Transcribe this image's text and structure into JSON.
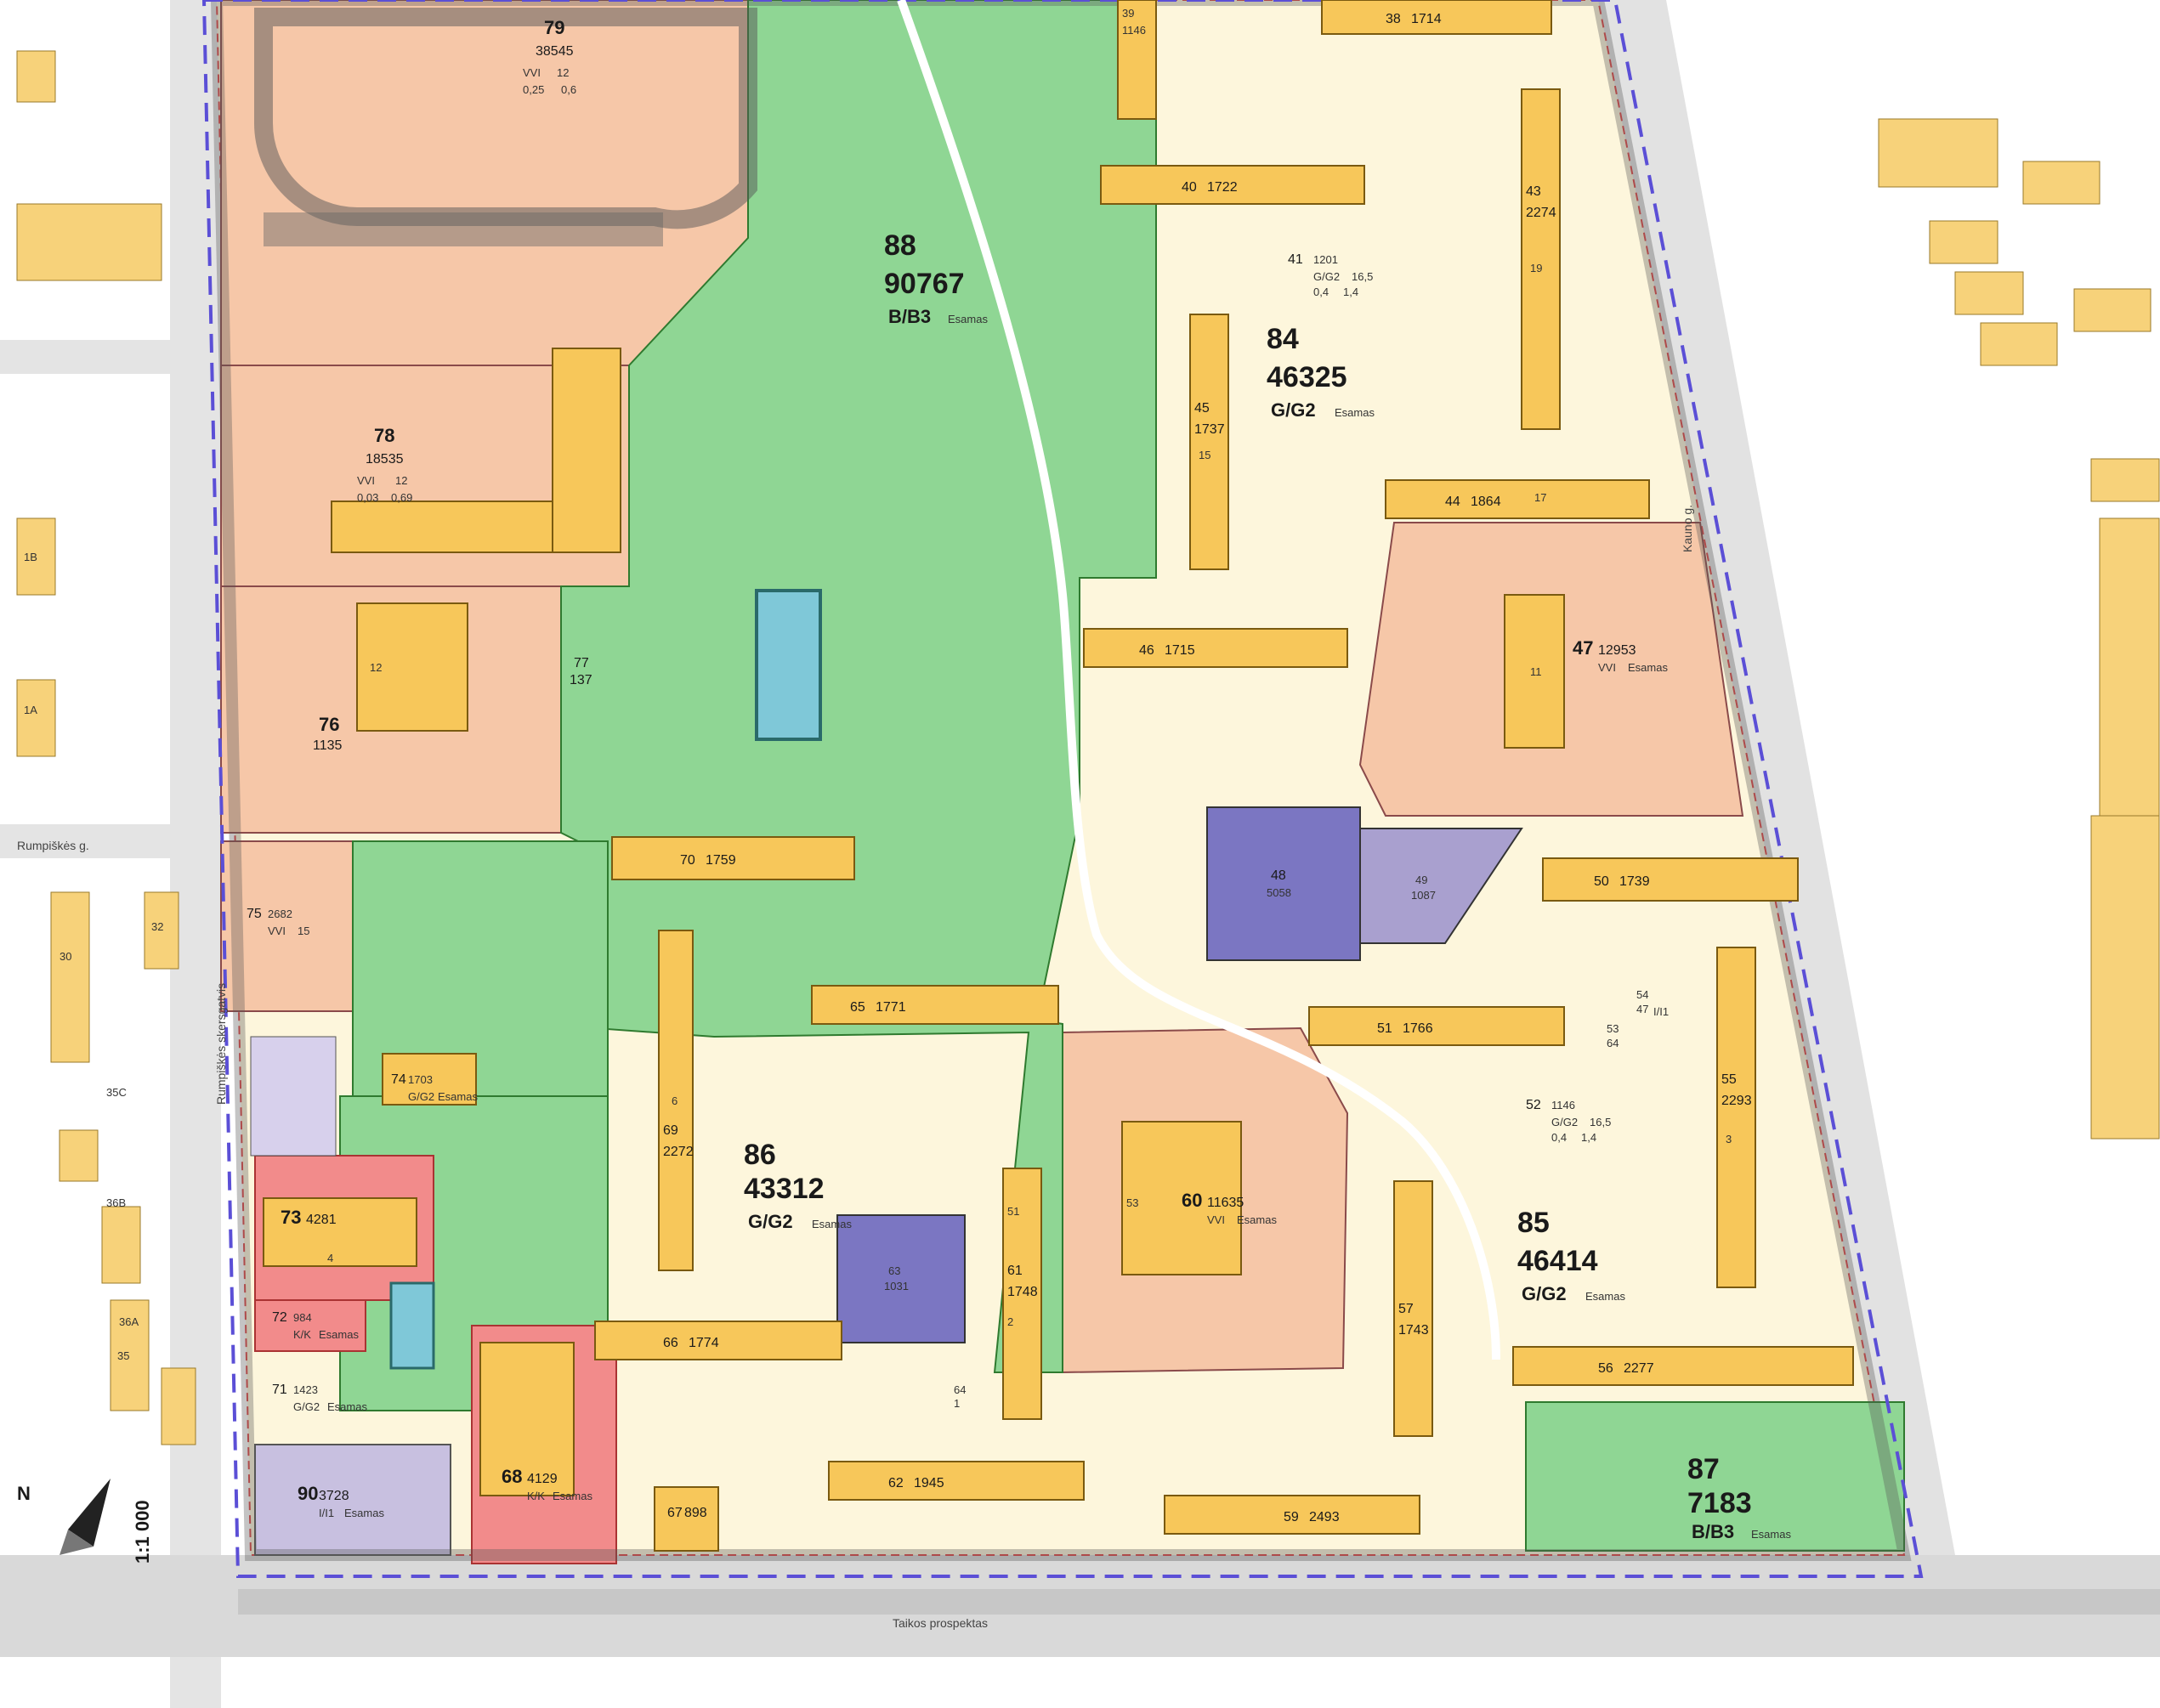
{
  "scale_text": "1:1 000",
  "north_label": "N",
  "streets": {
    "rumpiskes": "Rumpiškės g.",
    "taikos": "Taikos prospektas",
    "side_left": "Rumpiškės skersgatvis",
    "right": "Kauno g."
  },
  "colors": {
    "residential": "#fdf6dc",
    "public": "#f6c7a8",
    "green": "#8fd694",
    "commercial": "#f28b8b",
    "engineering": "#c8c0e0",
    "building": "#f7c75a",
    "road": "#d9d9d9",
    "boundary": "#5b4fd6"
  },
  "zones": [
    {
      "id": "79",
      "area": "38545",
      "code": "VVI",
      "max_h": "12",
      "density": "0,25",
      "intensity": "0,6"
    },
    {
      "id": "78",
      "area": "18535",
      "code": "VVI",
      "max_h": "12",
      "density": "0,03",
      "intensity": "0,69"
    },
    {
      "id": "76",
      "area": "1135"
    },
    {
      "id": "77",
      "area": "137"
    },
    {
      "id": "75",
      "area": "2682",
      "code": "VVI",
      "max_h": "15"
    },
    {
      "id": "74",
      "area": "1703",
      "code": "G/G2",
      "status": "Esamas"
    },
    {
      "id": "73",
      "area": "4281"
    },
    {
      "id": "72",
      "area": "984",
      "code": "K/K",
      "status": "Esamas"
    },
    {
      "id": "71",
      "area": "1423",
      "code": "G/G2",
      "status": "Esamas"
    },
    {
      "id": "90",
      "area": "3728",
      "code": "I/I1",
      "status": "Esamas"
    },
    {
      "id": "68",
      "area": "4129",
      "code": "K/K",
      "status": "Esamas"
    },
    {
      "id": "88",
      "area": "90767",
      "code": "B/B3",
      "status": "Esamas"
    },
    {
      "id": "86",
      "area": "43312",
      "code": "G/G2",
      "status": "Esamas"
    },
    {
      "id": "84",
      "area": "46325",
      "code": "G/G2",
      "status": "Esamas"
    },
    {
      "id": "85",
      "area": "46414",
      "code": "G/G2",
      "status": "Esamas"
    },
    {
      "id": "87",
      "area": "7183",
      "code": "B/B3",
      "status": "Esamas"
    },
    {
      "id": "60",
      "area": "11635",
      "code": "VVI",
      "status": "Esamas"
    },
    {
      "id": "47",
      "area": "12953",
      "code": "VVI",
      "status": "Esamas"
    },
    {
      "id": "41",
      "area": "1201",
      "code": "G/G2",
      "max_h": "16,5",
      "density": "0,4",
      "intensity": "1,4"
    },
    {
      "id": "52",
      "area": "1146",
      "code": "G/G2",
      "max_h": "16,5",
      "density": "0,4",
      "intensity": "1,4"
    }
  ],
  "buildings": [
    {
      "id": "70",
      "area": "1759"
    },
    {
      "id": "69",
      "area": "2272"
    },
    {
      "id": "65",
      "area": "1771"
    },
    {
      "id": "66",
      "area": "1774"
    },
    {
      "id": "62",
      "area": "1945"
    },
    {
      "id": "61",
      "area": "1748"
    },
    {
      "id": "67",
      "area": "898"
    },
    {
      "id": "59",
      "area": "2493"
    },
    {
      "id": "57",
      "area": "1743"
    },
    {
      "id": "56",
      "area": "2277"
    },
    {
      "id": "55",
      "area": "2293"
    },
    {
      "id": "51",
      "area": "1766"
    },
    {
      "id": "50",
      "area": "1739"
    },
    {
      "id": "46",
      "area": "1715"
    },
    {
      "id": "45",
      "area": "1737"
    },
    {
      "id": "44",
      "area": "1864"
    },
    {
      "id": "43",
      "area": "2274"
    },
    {
      "id": "40",
      "area": "1722"
    },
    {
      "id": "38",
      "area": "1714"
    },
    {
      "id": "39",
      "area": "1146"
    },
    {
      "id": "48",
      "area": "5058"
    },
    {
      "id": "49",
      "area": "1087"
    },
    {
      "id": "63",
      "area": "1031"
    },
    {
      "id": "64",
      "area": "1"
    },
    {
      "id": "53",
      "area": "64"
    },
    {
      "id": "54",
      "area": "47"
    }
  ],
  "house_numbers": [
    "1A",
    "1B",
    "30",
    "32",
    "35",
    "35C",
    "36A",
    "36B",
    "11",
    "12",
    "15",
    "17",
    "19",
    "2",
    "3",
    "6",
    "4",
    "51",
    "53"
  ],
  "status_word": "Esamas",
  "ui_code": "I/I1"
}
